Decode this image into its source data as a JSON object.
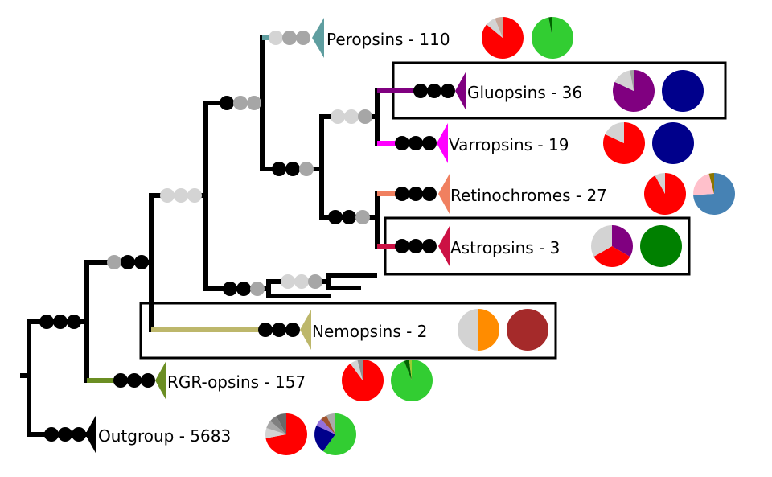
{
  "colors": {
    "branch": "#000000",
    "box_stroke": "#000000",
    "node_full": "#000000",
    "node_mid": "#a6a6a6",
    "node_low": "#d4d4d4"
  },
  "clades": [
    {
      "id": "peropsins",
      "label": "Peropsins - 110",
      "color": "#5f9ea0",
      "pie1": [
        {
          "v": 86,
          "c": "#ff0000"
        },
        {
          "v": 8,
          "c": "#d3d3d3"
        },
        {
          "v": 6,
          "c": "#c8a89a"
        }
      ],
      "pie2": [
        {
          "v": 97,
          "c": "#32cd32"
        },
        {
          "v": 3,
          "c": "#006400"
        }
      ]
    },
    {
      "id": "gluopsins",
      "label": "Gluopsins - 36",
      "color": "#800080",
      "pie1": [
        {
          "v": 82,
          "c": "#800080"
        },
        {
          "v": 15,
          "c": "#d3d3d3"
        },
        {
          "v": 3,
          "c": "#a0a0a0"
        }
      ],
      "pie2": [
        {
          "v": 100,
          "c": "#00008b"
        }
      ]
    },
    {
      "id": "varropsins",
      "label": "Varropsins - 19",
      "color": "#ff00ff",
      "pie1": [
        {
          "v": 82,
          "c": "#ff0000"
        },
        {
          "v": 18,
          "c": "#d3d3d3"
        }
      ],
      "pie2": [
        {
          "v": 100,
          "c": "#00008b"
        }
      ]
    },
    {
      "id": "retinochromes",
      "label": "Retinochromes - 27",
      "color": "#f08060",
      "pie1": [
        {
          "v": 92,
          "c": "#ff0000"
        },
        {
          "v": 8,
          "c": "#d3d3d3"
        }
      ],
      "pie2": [
        {
          "v": 74,
          "c": "#4682b4"
        },
        {
          "v": 22,
          "c": "#ffc0cb"
        },
        {
          "v": 4,
          "c": "#8b7500"
        }
      ]
    },
    {
      "id": "astropsins",
      "label": "Astropsins - 3",
      "color": "#cc1144",
      "pie1": [
        {
          "v": 33.4,
          "c": "#800080"
        },
        {
          "v": 33.3,
          "c": "#ff0000"
        },
        {
          "v": 33.3,
          "c": "#d3d3d3"
        }
      ],
      "pie2": [
        {
          "v": 100,
          "c": "#008000"
        }
      ]
    },
    {
      "id": "nemopsins",
      "label": "Nemopsins - 2",
      "color": "#bdb76b",
      "pie1": [
        {
          "v": 50,
          "c": "#ff8c00"
        },
        {
          "v": 50,
          "c": "#d3d3d3"
        }
      ],
      "pie2": [
        {
          "v": 100,
          "c": "#a52a2a"
        }
      ]
    },
    {
      "id": "rgr_opsins",
      "label": "RGR-opsins - 157",
      "color": "#6b8e23",
      "pie1": [
        {
          "v": 90,
          "c": "#ff0000"
        },
        {
          "v": 6,
          "c": "#d3d3d3"
        },
        {
          "v": 4,
          "c": "#909090"
        }
      ],
      "pie2": [
        {
          "v": 94,
          "c": "#32cd32"
        },
        {
          "v": 4,
          "c": "#006400"
        },
        {
          "v": 2,
          "c": "#9acd32"
        }
      ]
    },
    {
      "id": "outgroup",
      "label": "Outgroup - 5683",
      "color": "#000000",
      "pie1": [
        {
          "v": 72,
          "c": "#ff0000"
        },
        {
          "v": 8,
          "c": "#d3d3d3"
        },
        {
          "v": 6,
          "c": "#a9a9a9"
        },
        {
          "v": 6,
          "c": "#808080"
        },
        {
          "v": 8,
          "c": "#696969"
        }
      ],
      "pie2": [
        {
          "v": 60,
          "c": "#32cd32"
        },
        {
          "v": 22,
          "c": "#00008b"
        },
        {
          "v": 6,
          "c": "#9370db"
        },
        {
          "v": 5,
          "c": "#a0522d"
        },
        {
          "v": 7,
          "c": "#aaaaaa"
        }
      ]
    }
  ],
  "support_nodes": [
    {
      "id": "root",
      "levels": [
        "full",
        "full",
        "full"
      ]
    },
    {
      "id": "node_a",
      "levels": [
        "mid",
        "full",
        "full"
      ]
    },
    {
      "id": "node_b",
      "levels": [
        "low",
        "low",
        "low"
      ]
    },
    {
      "id": "node_c",
      "levels": [
        "full",
        "mid",
        "mid"
      ]
    },
    {
      "id": "node_d",
      "levels": [
        "full",
        "full",
        "mid"
      ]
    },
    {
      "id": "node_e",
      "levels": [
        "full",
        "full",
        "mid"
      ]
    },
    {
      "id": "node_f",
      "levels": [
        "low",
        "low",
        "mid"
      ]
    },
    {
      "id": "node_g",
      "levels": [
        "full",
        "full",
        "mid"
      ]
    },
    {
      "id": "node_h",
      "levels": [
        "low",
        "low",
        "mid"
      ]
    },
    {
      "id": "tip_peropsins",
      "levels": [
        "low",
        "mid",
        "mid"
      ]
    },
    {
      "id": "tip_gluopsins",
      "levels": [
        "full",
        "full",
        "full"
      ]
    },
    {
      "id": "tip_varropsins",
      "levels": [
        "full",
        "full",
        "full"
      ]
    },
    {
      "id": "tip_retinochromes",
      "levels": [
        "full",
        "full",
        "full"
      ]
    },
    {
      "id": "tip_astropsins",
      "levels": [
        "full",
        "full",
        "full"
      ]
    },
    {
      "id": "tip_nemopsins",
      "levels": [
        "full",
        "full",
        "full"
      ]
    },
    {
      "id": "tip_rgr_opsins",
      "levels": [
        "full",
        "full",
        "full"
      ]
    },
    {
      "id": "tip_outgroup",
      "levels": [
        "full",
        "full",
        "full"
      ]
    }
  ]
}
